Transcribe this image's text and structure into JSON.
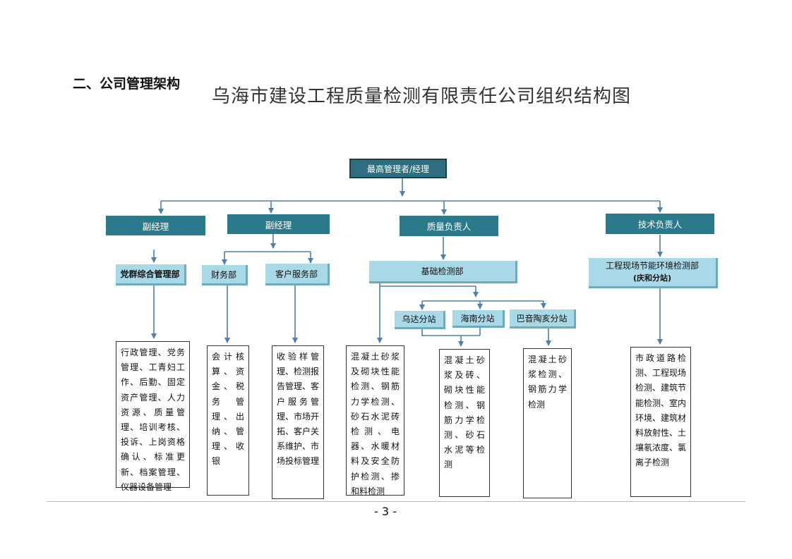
{
  "section_heading": "二、公司管理架构",
  "chart_title": "乌海市建设工程质量检测有限责任公司组织结构图",
  "nodes": {
    "top_manager": "最高管理者/经理",
    "deputy_manager_1": "副经理",
    "deputy_manager_2": "副经理",
    "quality_head": "质量负责人",
    "technical_head": "技术负责人",
    "party_admin_dept": "党群综合管理部",
    "finance_dept": "财务部",
    "customer_service_dept": "客户服务部",
    "foundation_testing_dept": "基础检测部",
    "site_env_testing_dept": "工程现场节能环境检测部",
    "site_env_testing_sub": "(庆和分站)",
    "wuda_station": "乌达分站",
    "hainan_station": "海南分站",
    "bayin_station": "巴音陶亥分站"
  },
  "duties": {
    "party_admin": "行政管理、党务管理、工青妇工作、后勤、固定资产管理、人力资源、质量管理、培训考核、投诉、上岗资格确认、标准更新、档案管理、仪器设备管理",
    "finance": "会计核算、资金、税务管理、出纳、管理、收银",
    "customer_service": "收验样管理、检测报告管理、客户服务管理、市场开拓、客户关系维护、市场投标管理",
    "foundation": "混凝土砂浆及砌块性能检测、钢筋力学检测、砂石水泥砖检测、电器、水暖材料及安全防护检测、掺和料检测",
    "stations_wuda_hainan": "混凝土砂浆及砖、砌块性能检测、钢筋力学检测、砂石水泥等检测",
    "station_bayin": "混凝土砂浆检测、钢筋力学检测",
    "site_env": "市政道路检测、工程现场检测、建筑节能检测、室内环境、建筑材料放射性、土壤氡浓度、氯离子检测"
  },
  "footer": {
    "page_number": "- 3 -"
  },
  "colors": {
    "dark_box": "#2a7a8c",
    "light_box": "#a9d8e6",
    "connector": "#4f7fa8"
  }
}
